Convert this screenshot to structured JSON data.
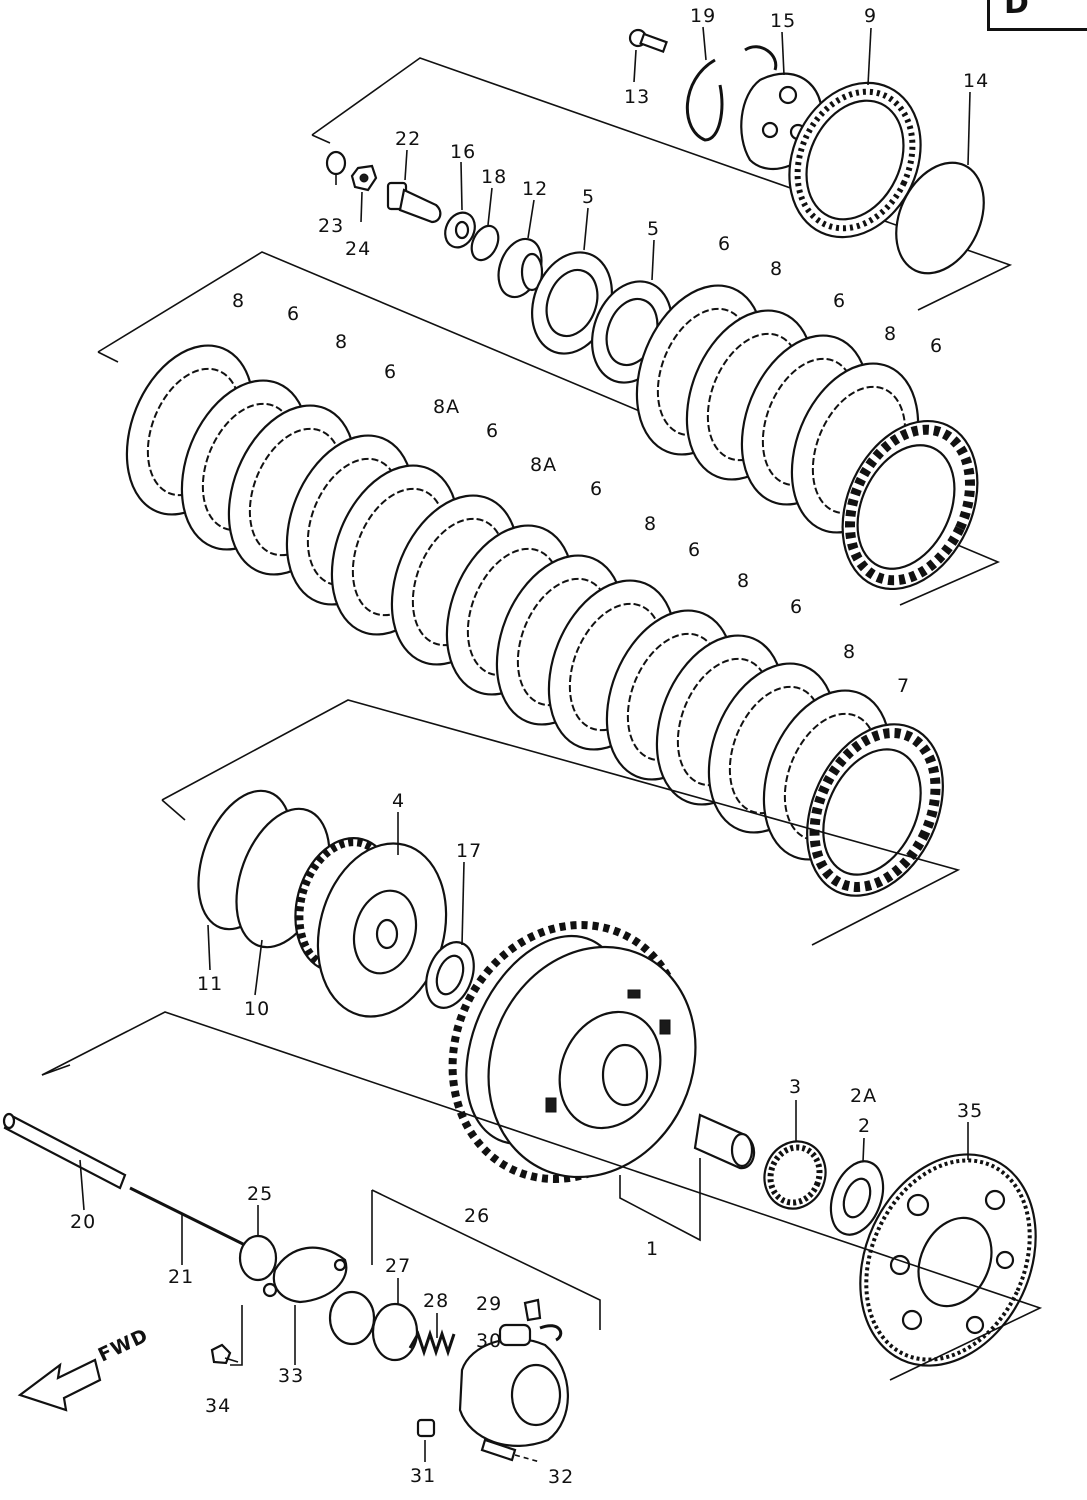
{
  "corner_tag": "D",
  "direction_label": "FWD",
  "callouts": [
    {
      "id": "c13",
      "text": "13"
    },
    {
      "id": "c19",
      "text": "19"
    },
    {
      "id": "c15",
      "text": "15"
    },
    {
      "id": "c9",
      "text": "9"
    },
    {
      "id": "c14",
      "text": "14"
    },
    {
      "id": "c22",
      "text": "22"
    },
    {
      "id": "c16",
      "text": "16"
    },
    {
      "id": "c18",
      "text": "18"
    },
    {
      "id": "c12",
      "text": "12"
    },
    {
      "id": "c5a",
      "text": "5"
    },
    {
      "id": "c5b",
      "text": "5"
    },
    {
      "id": "c23",
      "text": "23"
    },
    {
      "id": "c24",
      "text": "24"
    },
    {
      "id": "c6a",
      "text": "6"
    },
    {
      "id": "c8a",
      "text": "8"
    },
    {
      "id": "c6b",
      "text": "6"
    },
    {
      "id": "c8b",
      "text": "8"
    },
    {
      "id": "c6c",
      "text": "6"
    },
    {
      "id": "c8c",
      "text": "8"
    },
    {
      "id": "c6d",
      "text": "6"
    },
    {
      "id": "c8d",
      "text": "8"
    },
    {
      "id": "c6e",
      "text": "6"
    },
    {
      "id": "c8A1",
      "text": "8A"
    },
    {
      "id": "c6f",
      "text": "6"
    },
    {
      "id": "c8A2",
      "text": "8A"
    },
    {
      "id": "c6g",
      "text": "6"
    },
    {
      "id": "c8e",
      "text": "8"
    },
    {
      "id": "c6h",
      "text": "6"
    },
    {
      "id": "c8f",
      "text": "8"
    },
    {
      "id": "c6i",
      "text": "6"
    },
    {
      "id": "c8g",
      "text": "8"
    },
    {
      "id": "c7",
      "text": "7"
    },
    {
      "id": "c4",
      "text": "4"
    },
    {
      "id": "c17",
      "text": "17"
    },
    {
      "id": "c11",
      "text": "11"
    },
    {
      "id": "c10",
      "text": "10"
    },
    {
      "id": "c3",
      "text": "3"
    },
    {
      "id": "c2A",
      "text": "2A"
    },
    {
      "id": "c2",
      "text": "2"
    },
    {
      "id": "c35",
      "text": "35"
    },
    {
      "id": "c1",
      "text": "1"
    },
    {
      "id": "c20",
      "text": "20"
    },
    {
      "id": "c21",
      "text": "21"
    },
    {
      "id": "c25",
      "text": "25"
    },
    {
      "id": "c26",
      "text": "26"
    },
    {
      "id": "c27",
      "text": "27"
    },
    {
      "id": "c28",
      "text": "28"
    },
    {
      "id": "c29",
      "text": "29"
    },
    {
      "id": "c30",
      "text": "30"
    },
    {
      "id": "c33",
      "text": "33"
    },
    {
      "id": "c34",
      "text": "34"
    },
    {
      "id": "c31",
      "text": "31"
    },
    {
      "id": "c32",
      "text": "32"
    }
  ]
}
